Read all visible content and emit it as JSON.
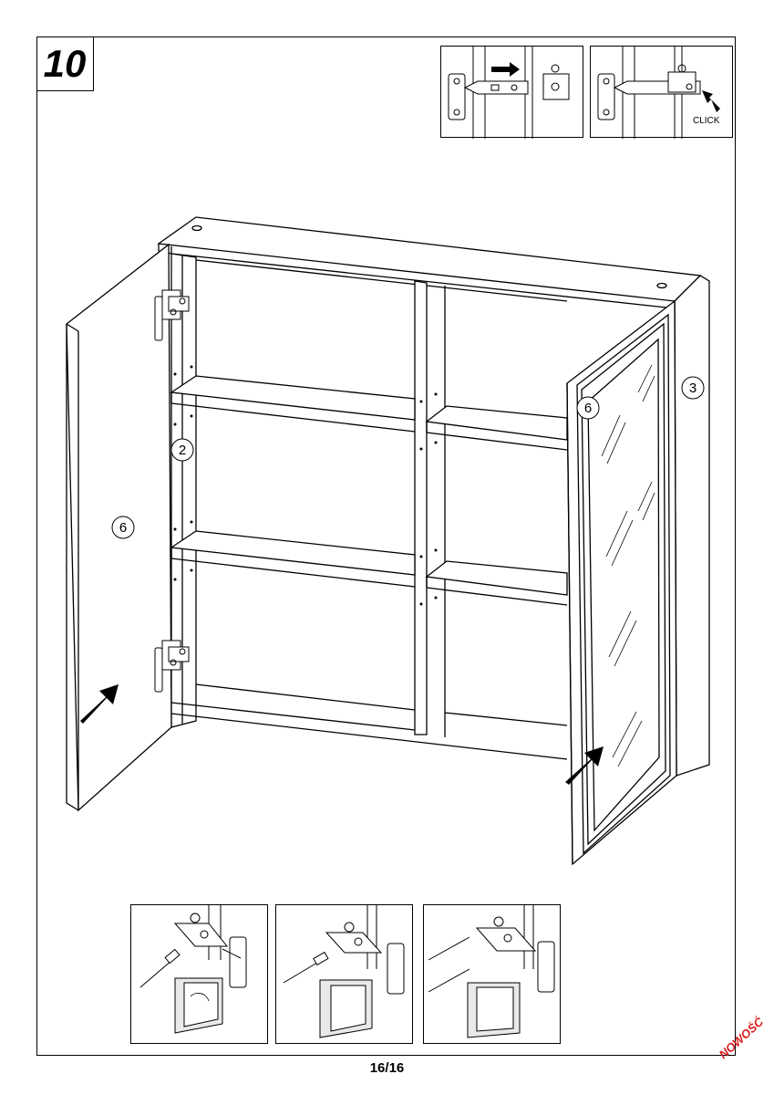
{
  "step": {
    "number": "10"
  },
  "callouts": {
    "top_detail_click": "CLICK",
    "left_door": "6",
    "right_door": "6",
    "side_panel": "2",
    "right_side_panel": "3"
  },
  "footer": {
    "page_number": "16/16",
    "badge": "NOWOŚĆ"
  },
  "colors": {
    "ink": "#000000",
    "badge": "#d81e1e",
    "panel_shade": "#e9e9e9"
  },
  "icons": [
    "push-arrow-icon",
    "hinge-icon",
    "screwdriver-icon",
    "glass-hatch-icon"
  ]
}
